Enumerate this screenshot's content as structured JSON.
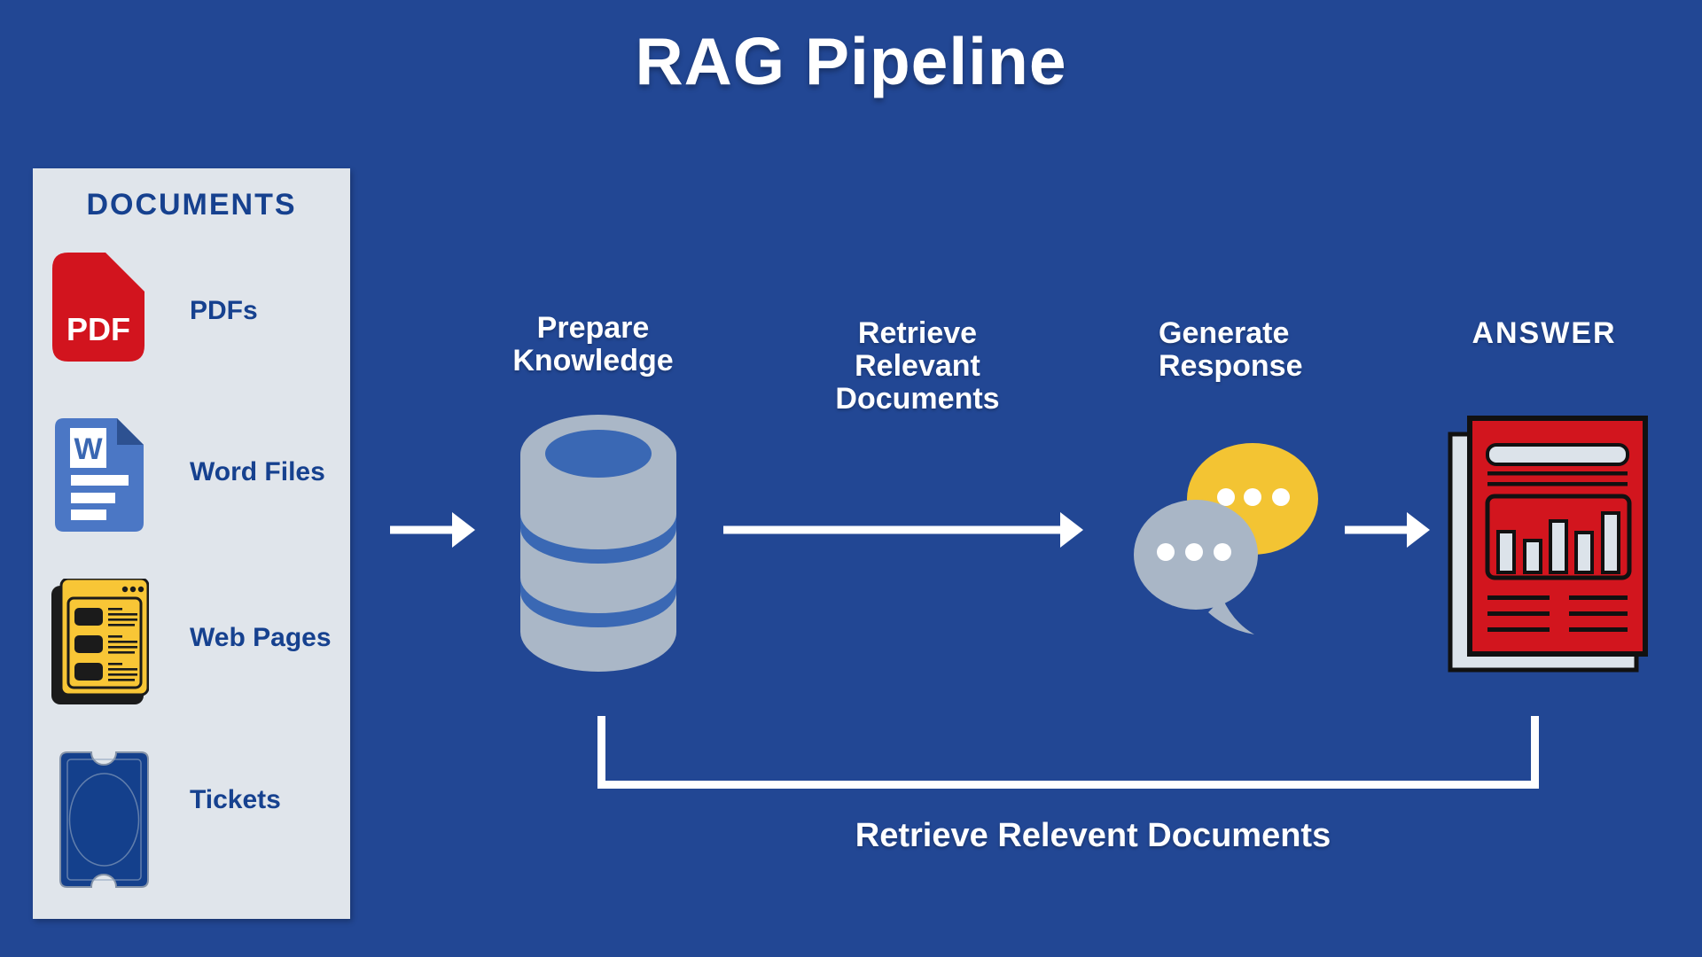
{
  "title": "RAG Pipeline",
  "colors": {
    "bg": "#224794",
    "panel": "#e0e5eb",
    "dark-blue": "#16418f",
    "white": "#ffffff",
    "pdf-red": "#d2141e",
    "word-blue": "#4b77c5",
    "word-fold": "#2d5191",
    "web-yellow": "#f8c636",
    "outline-black": "#1b1b1b",
    "db-body": "#aab7c7",
    "db-blue": "#3a68b4",
    "chat-yellow": "#f3c433",
    "chat-gray": "#a9b6c6",
    "answer-red": "#d2151e",
    "page-gray": "#dce3ea"
  },
  "documents_panel": {
    "header": "DOCUMENTS",
    "items": [
      {
        "id": "pdfs",
        "label": "PDFs",
        "icon": "pdf-file-icon",
        "icon_text": "PDF"
      },
      {
        "id": "word",
        "label": "Word Files",
        "icon": "word-file-icon",
        "icon_text": "W"
      },
      {
        "id": "web",
        "label": "Web Pages",
        "icon": "web-page-icon"
      },
      {
        "id": "tickets",
        "label": "Tickets",
        "icon": "ticket-icon"
      }
    ]
  },
  "pipeline": {
    "step1_label": "Prepare Knowledge",
    "step2_label": "Retrieve Relevant Documents",
    "step3_label": "Generate Response",
    "step4_label": "ANSWER"
  },
  "feedback": {
    "label": "Retrieve Relevent Documents"
  }
}
